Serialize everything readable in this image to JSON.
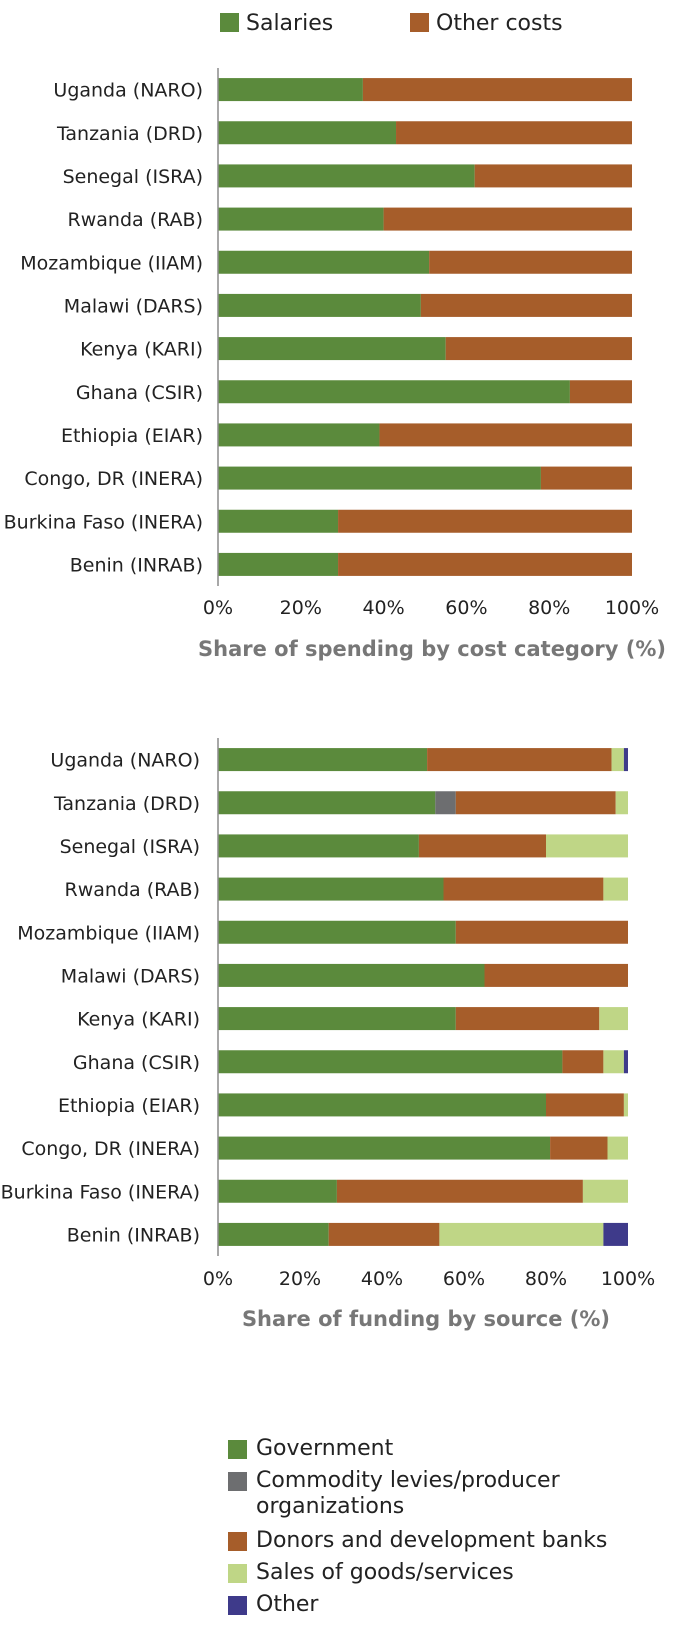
{
  "chart_data": [
    {
      "type": "bar",
      "orientation": "horizontal",
      "stacked": true,
      "categories": [
        "Uganda (NARO)",
        "Tanzania (DRD)",
        "Senegal (ISRA)",
        "Rwanda (RAB)",
        "Mozambique (IIAM)",
        "Malawi (DARS)",
        "Kenya (KARI)",
        "Ghana (CSIR)",
        "Ethiopia (EIAR)",
        "Congo, DR (INERA)",
        "Burkina Faso (INERA)",
        "Benin (INRAB)"
      ],
      "series": [
        {
          "name": "Salaries",
          "color": "#5b8a3c",
          "values": [
            35,
            43,
            62,
            40,
            51,
            49,
            55,
            85,
            39,
            78,
            29,
            29
          ]
        },
        {
          "name": "Other costs",
          "color": "#a65d2a",
          "values": [
            65,
            57,
            38,
            60,
            49,
            51,
            45,
            15,
            61,
            22,
            71,
            71
          ]
        }
      ],
      "xlabel": "Share of spending by cost category (%)",
      "xticks": [
        "0%",
        "20%",
        "40%",
        "60%",
        "80%",
        "100%"
      ],
      "xlim": [
        0,
        100
      ],
      "legend_position": "top"
    },
    {
      "type": "bar",
      "orientation": "horizontal",
      "stacked": true,
      "categories": [
        "Uganda (NARO)",
        "Tanzania (DRD)",
        "Senegal (ISRA)",
        "Rwanda (RAB)",
        "Mozambique (IIAM)",
        "Malawi (DARS)",
        "Kenya (KARI)",
        "Ghana (CSIR)",
        "Ethiopia (EIAR)",
        "Congo, DR (INERA)",
        "Burkina Faso (INERA)",
        "Benin (INRAB)"
      ],
      "series": [
        {
          "name": "Government",
          "color": "#5b8a3c",
          "values": [
            51,
            53,
            49,
            55,
            58,
            65,
            58,
            84,
            80,
            81,
            29,
            27
          ]
        },
        {
          "name": "Commodity levies/producer organizations",
          "color": "#6d6e70",
          "values": [
            0,
            5,
            0,
            0,
            0,
            0,
            0,
            0,
            0,
            0,
            0,
            0
          ]
        },
        {
          "name": "Donors and development banks",
          "color": "#a65d2a",
          "values": [
            45,
            39,
            31,
            39,
            42,
            35,
            35,
            10,
            19,
            14,
            60,
            27
          ]
        },
        {
          "name": "Sales of goods/services",
          "color": "#bfd686",
          "values": [
            3,
            3,
            20,
            6,
            0,
            0,
            7,
            5,
            1,
            5,
            11,
            40
          ]
        },
        {
          "name": "Other",
          "color": "#3e3a8a",
          "values": [
            1,
            0,
            0,
            0,
            0,
            0,
            0,
            1,
            0,
            0,
            0,
            6
          ]
        }
      ],
      "xlabel": "Share of funding by source (%)",
      "xticks": [
        "0%",
        "20%",
        "40%",
        "60%",
        "80%",
        "100%"
      ],
      "xlim": [
        0,
        100
      ],
      "legend_position": "bottom"
    }
  ]
}
